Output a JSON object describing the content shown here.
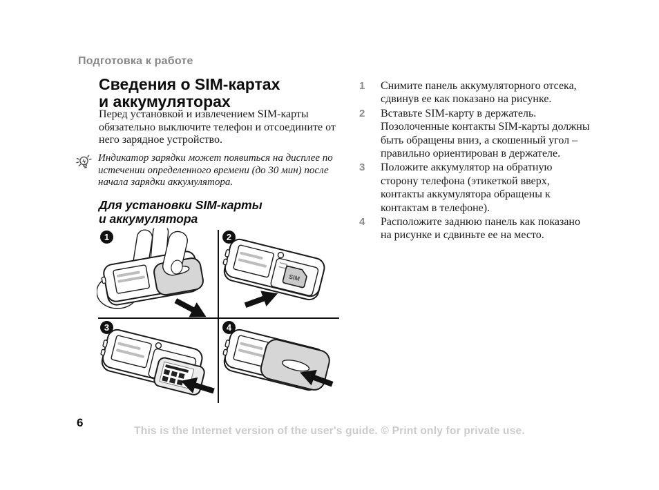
{
  "page": {
    "header": "Подготовка к работе",
    "page_number": "6",
    "footer": "This is the Internet version of the user's guide. © Print only for private use."
  },
  "left": {
    "title_lines": [
      "Сведения о SIM-картах",
      "и аккумуляторах"
    ],
    "intro": "Перед установкой и извлечением SIM-карты обязательно выключите телефон и отсоедините от него зарядное устройство.",
    "tip": {
      "icon": "lightbulb-icon",
      "text": "Индикатор зарядки может появиться на дисплее по истечении определенного времени (до 30 мин) после начала зарядки аккумулятора."
    },
    "subtitle_lines": [
      "Для установки SIM-карты",
      "и аккумулятора"
    ],
    "figures": [
      {
        "number": "1"
      },
      {
        "number": "2",
        "sim_label": "SIM"
      },
      {
        "number": "3"
      },
      {
        "number": "4"
      }
    ]
  },
  "steps": [
    {
      "number": "1",
      "text": "Снимите панель аккумуляторного отсека, сдвинув ее как показано на рисунке."
    },
    {
      "number": "2",
      "text": "Вставьте SIM-карту в держатель. Позолоченные контакты SIM-карты должны быть обращены вниз, а скошенный угол – правильно ориентирован в держателе."
    },
    {
      "number": "3",
      "text": "Положите аккумулятор на обратную сторону телефона (этикеткой вверх, контакты аккумулятора обращены к контактам в телефоне)."
    },
    {
      "number": "4",
      "text": "Расположите заднюю панель как показано на рисунке и сдвиньте ее на место."
    }
  ],
  "colors": {
    "header_gray": "#878787",
    "step_number_gray": "#8a8a8a",
    "footer_gray": "#cbcbcb",
    "cover_gray": "#d6d6d6",
    "ink_black": "#111111"
  }
}
